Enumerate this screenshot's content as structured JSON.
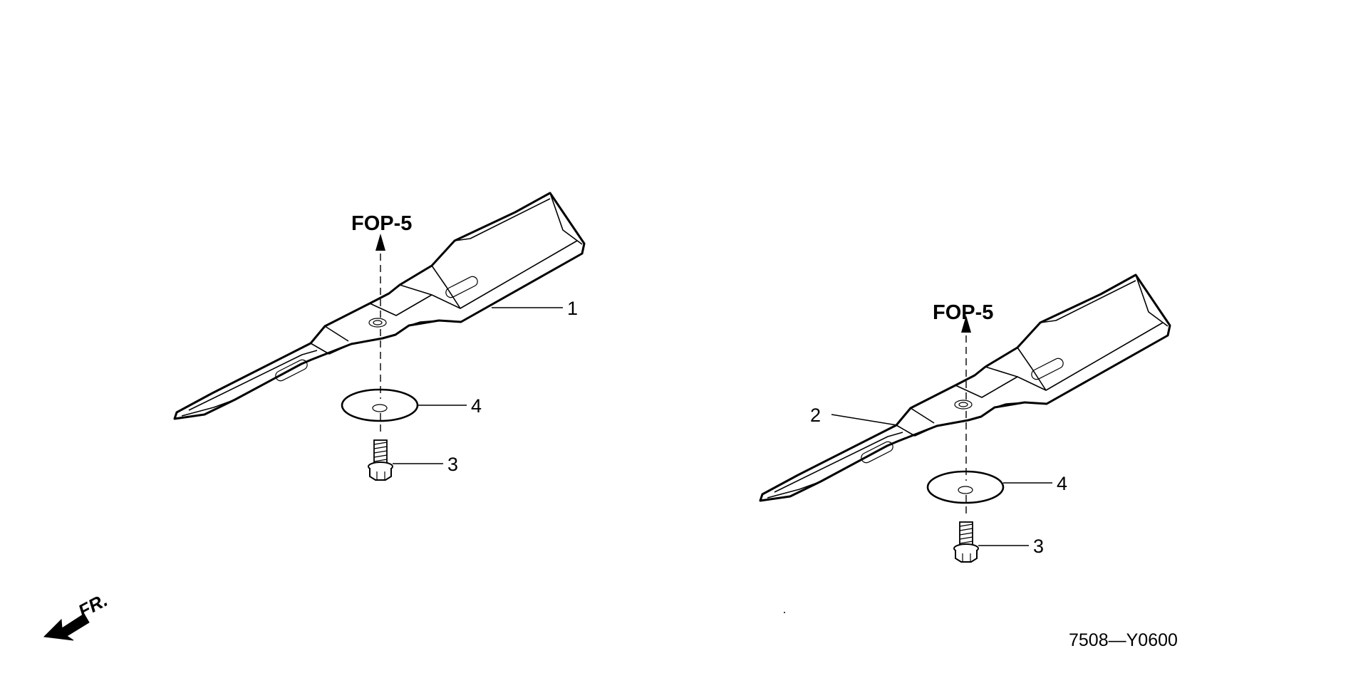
{
  "diagram": {
    "figure_code": "7508—Y0600",
    "front_indicator": "FR.",
    "assemblies": [
      {
        "reference_label": "FOP-5",
        "blade_callout": "1",
        "washer_callout": "4",
        "bolt_callout": "3"
      },
      {
        "reference_label": "FOP-5",
        "blade_callout": "2",
        "washer_callout": "4",
        "bolt_callout": "3"
      }
    ]
  }
}
